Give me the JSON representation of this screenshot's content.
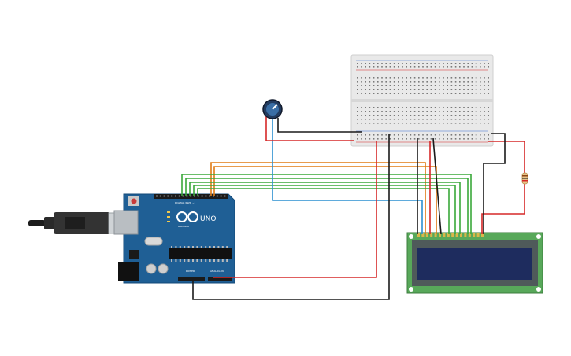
{
  "board": {
    "model_label": "UNO",
    "brand_label": "ARDUINO",
    "digital_header_label": "DIGITAL (PWM ~)",
    "power_header_label": "POWER",
    "analog_header_label": "ANALOG IN"
  },
  "components": {
    "arduino": "arduino-uno-icon",
    "usb_cable": "usb-cable-icon",
    "breadboard": "breadboard-icon",
    "potentiometer": "potentiometer-icon",
    "resistor": "resistor-icon",
    "lcd": "lcd-16x2-icon"
  },
  "colors": {
    "arduino_board": "#1f5f95",
    "lcd_board": "#58a85a",
    "lcd_screen": "#1e2c5e",
    "wire_red": "#d62828",
    "wire_black": "#1a1a1a",
    "wire_green": "#3aa83a",
    "wire_orange": "#e07b14",
    "wire_blue": "#2a8fd0"
  }
}
